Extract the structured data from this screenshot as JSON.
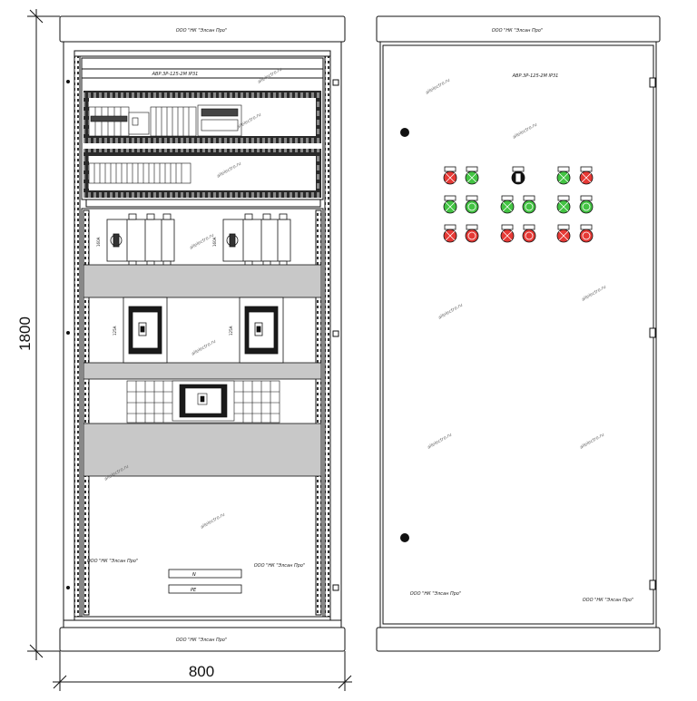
{
  "dimensions": {
    "height_label": "1800",
    "width_label": "800"
  },
  "manufacturer": "ООО \"НК \"Элсан Про\"",
  "model": "АВР.3Р-125-2М IP31",
  "watermark": "allelectro.ru",
  "labels": {
    "switch_rating": "160А",
    "breaker_rating": "125А",
    "neutral_bar": "N",
    "pe_bar": "PE"
  },
  "colors": {
    "line": "#111111",
    "panel_grey": "#c8c8c8",
    "lamp_red": "#e53935",
    "lamp_green": "#43c343",
    "din_dark": "#2a2a2a"
  },
  "door_indicators": [
    {
      "row": 1,
      "items": [
        "red-x",
        "green-x",
        "key-switch",
        "green-x",
        "red-x"
      ]
    },
    {
      "row": 2,
      "items": [
        "green-x",
        "green-button",
        "green-x",
        "green-button",
        "green-x",
        "green-button"
      ]
    },
    {
      "row": 3,
      "items": [
        "red-x",
        "red-button",
        "red-x",
        "red-button",
        "red-x",
        "red-button"
      ]
    }
  ]
}
